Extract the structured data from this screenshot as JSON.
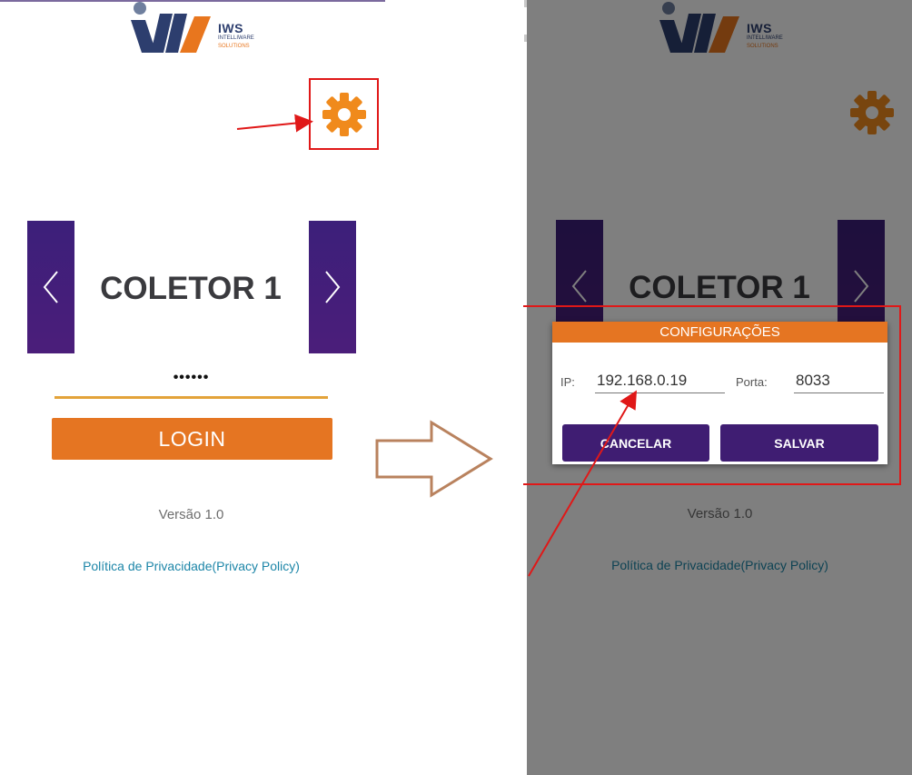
{
  "logo": {
    "brand": "IWS",
    "line1": "INTELLIWARE",
    "line2": "SOLUTIONS"
  },
  "login_screen": {
    "collector_name": "COLETOR 1",
    "password_masked": "••••••",
    "login_label": "LOGIN",
    "version": "Versão 1.0",
    "privacy_link": "Política de Privacidade(Privacy Policy)"
  },
  "config_dialog": {
    "title": "CONFIGURAÇÕES",
    "ip_label": "IP:",
    "ip_value": "192.168.0.19",
    "port_label": "Porta:",
    "port_value": "8033",
    "cancel_label": "CANCELAR",
    "save_label": "SALVAR"
  },
  "colors": {
    "accent_orange": "#e57522",
    "purple": "#3f1d72",
    "annotation_red": "#e01818",
    "arrow_brown": "#b9825e"
  },
  "icons": [
    "gear-icon",
    "chevron-left-icon",
    "chevron-right-icon"
  ]
}
